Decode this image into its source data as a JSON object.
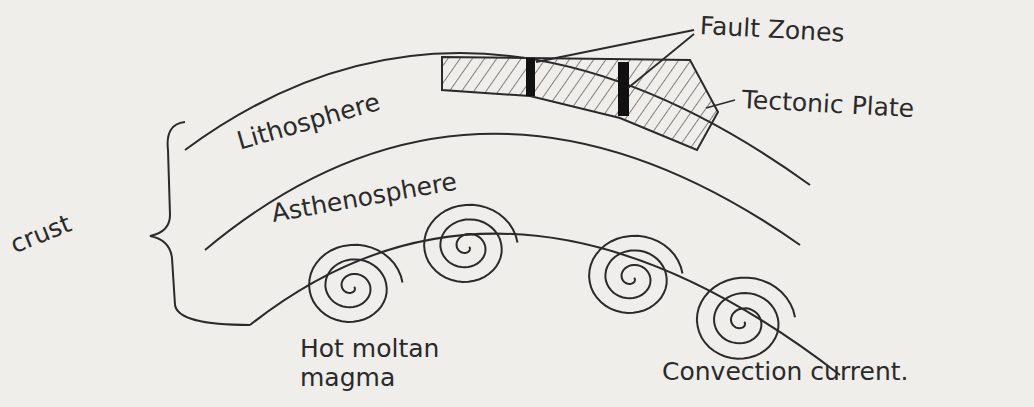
{
  "diagram": {
    "labels": [
      "Fault Zones",
      "Tectonic Plate",
      "Lithosphere",
      "Asthenosphere",
      "crust",
      "Hot moltan magma",
      "Convection current."
    ]
  }
}
